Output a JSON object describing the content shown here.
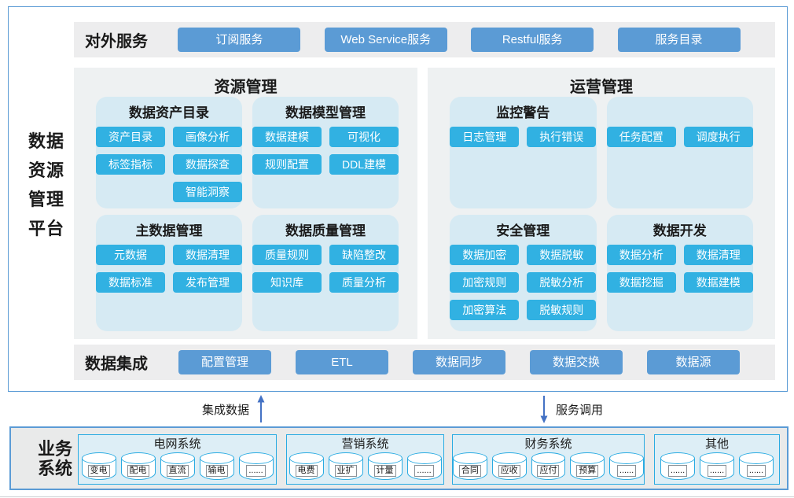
{
  "colors": {
    "accent_blue": "#5b9bd5",
    "chip_blue": "#31b1e2",
    "module_bg": "#d6eaf3",
    "panel_bg": "#eef1f2",
    "band_bg": "#ededee",
    "biz_panel_bg": "#e9eaea",
    "group_bg": "#ddeef6",
    "cyan_border": "#29abe2",
    "arrow_blue": "#4472c4",
    "text": "#1a1a1a"
  },
  "platform": {
    "title_lines": [
      "数据",
      "资源",
      "管理",
      "平台"
    ],
    "external_services": {
      "label": "对外服务",
      "buttons": [
        "订阅服务",
        "Web Service服务",
        "Restful服务",
        "服务目录"
      ]
    },
    "resource_mgmt": {
      "title": "资源管理",
      "groups": [
        {
          "title": "数据资产目录",
          "buttons": [
            "资产目录",
            "画像分析",
            "标签指标",
            "数据探查",
            "",
            "智能洞察"
          ]
        },
        {
          "title": "数据模型管理",
          "buttons": [
            "数据建模",
            "可视化",
            "规则配置",
            "DDL建模"
          ]
        },
        {
          "title": "主数据管理",
          "buttons": [
            "元数据",
            "数据清理",
            "数据标准",
            "发布管理"
          ]
        },
        {
          "title": "数据质量管理",
          "buttons": [
            "质量规则",
            "缺陷整改",
            "知识库",
            "质量分析"
          ]
        }
      ]
    },
    "operation_mgmt": {
      "title": "运营管理",
      "groups": [
        {
          "title": "监控警告",
          "buttons": [
            "日志管理",
            "执行错误"
          ]
        },
        {
          "title": "",
          "buttons": [
            "任务配置",
            "调度执行"
          ]
        },
        {
          "title": "安全管理",
          "buttons": [
            "数据加密",
            "数据脱敏",
            "加密规则",
            "脱敏分析",
            "加密算法",
            "脱敏规则"
          ]
        },
        {
          "title": "数据开发",
          "buttons": [
            "数据分析",
            "数据清理",
            "数据挖掘",
            "数据建模"
          ]
        }
      ]
    },
    "data_integration": {
      "label": "数据集成",
      "buttons": [
        "配置管理",
        "ETL",
        "数据同步",
        "数据交换",
        "数据源"
      ]
    }
  },
  "flows": {
    "up": {
      "label": "集成数据",
      "direction": "up"
    },
    "down": {
      "label": "服务调用",
      "direction": "down"
    }
  },
  "business_systems": {
    "label_lines": [
      "业务",
      "系统"
    ],
    "groups": [
      {
        "title": "电网系统",
        "items": [
          "变电",
          "配电",
          "直流",
          "输电",
          "......"
        ]
      },
      {
        "title": "营销系统",
        "items": [
          "电费",
          "业扩",
          "计量",
          "......"
        ]
      },
      {
        "title": "财务系统",
        "items": [
          "合同",
          "应收",
          "应付",
          "预算",
          "......"
        ]
      },
      {
        "title": "其他",
        "items": [
          "......",
          "......",
          "......"
        ]
      }
    ]
  }
}
